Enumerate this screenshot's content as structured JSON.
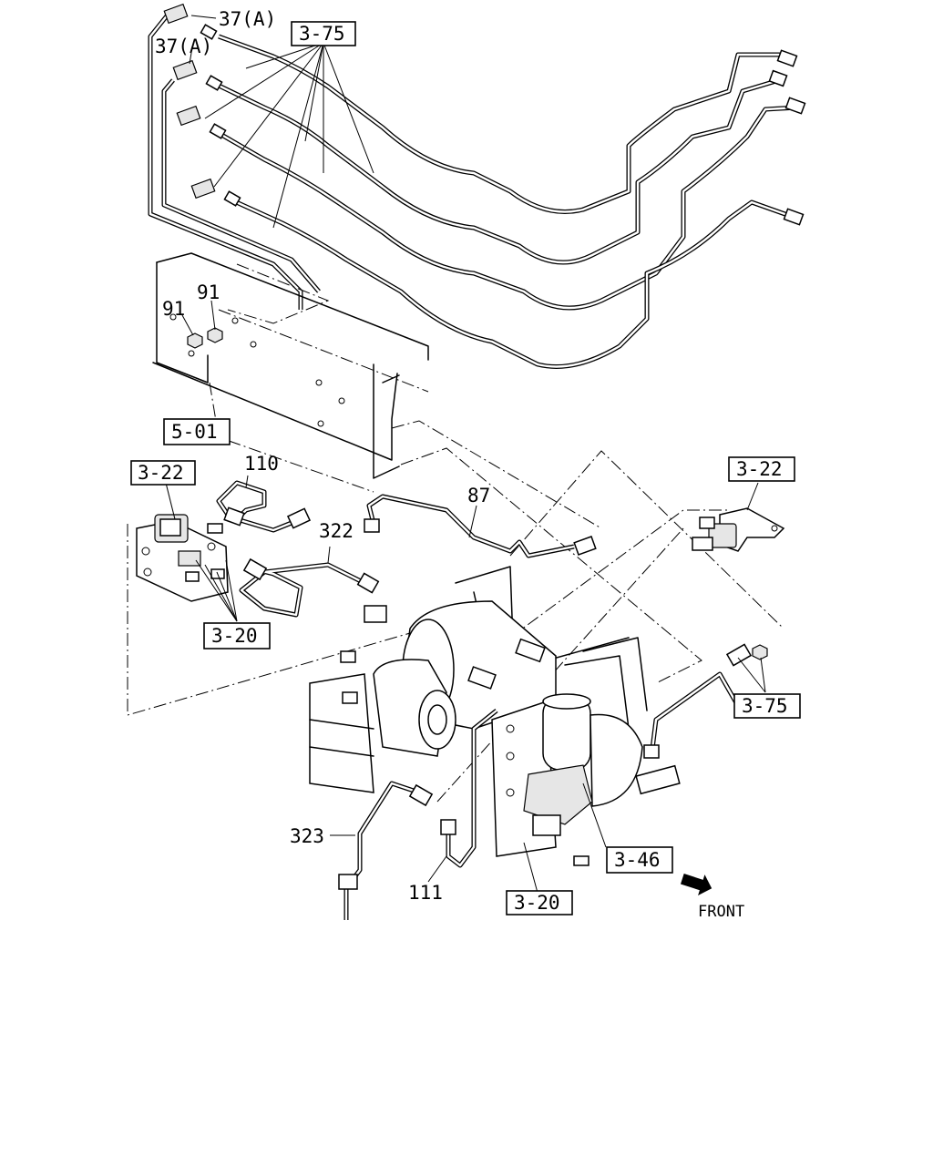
{
  "labels": {
    "ref_3_75_top": "3-75",
    "ref_37a_1": "37(A)",
    "ref_37a_2": "37(A)",
    "ref_91_a": "91",
    "ref_91_b": "91",
    "ref_5_01": "5-01",
    "ref_3_22_left": "3-22",
    "ref_110": "110",
    "ref_322": "322",
    "ref_87": "87",
    "ref_3_22_right": "3-22",
    "ref_3_20_left": "3-20",
    "ref_3_75_right": "3-75",
    "ref_323": "323",
    "ref_111": "111",
    "ref_3_46": "3-46",
    "ref_3_20_bottom": "3-20",
    "front": "FRONT"
  }
}
